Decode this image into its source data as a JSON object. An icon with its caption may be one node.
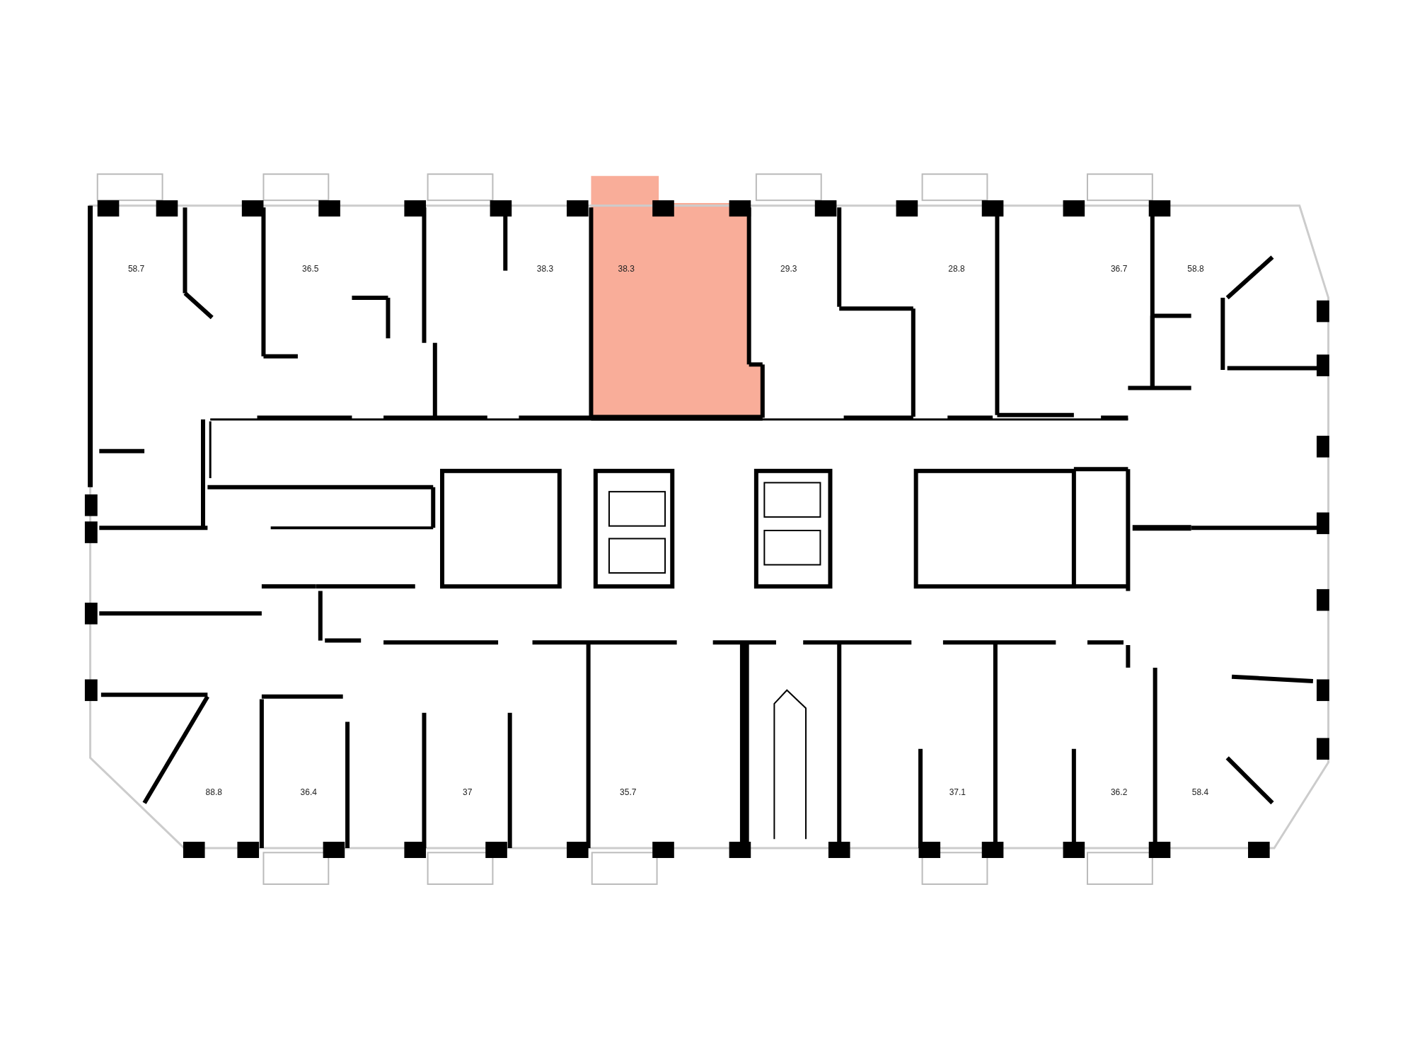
{
  "diagram": {
    "labels": [
      "58.7",
      "36.5",
      "38.3",
      "38.3",
      "29.3",
      "28.8",
      "36.7",
      "58.8",
      "88.8",
      "36.4",
      "37",
      "35.7",
      "37.1",
      "36.2",
      "58.4"
    ]
  }
}
